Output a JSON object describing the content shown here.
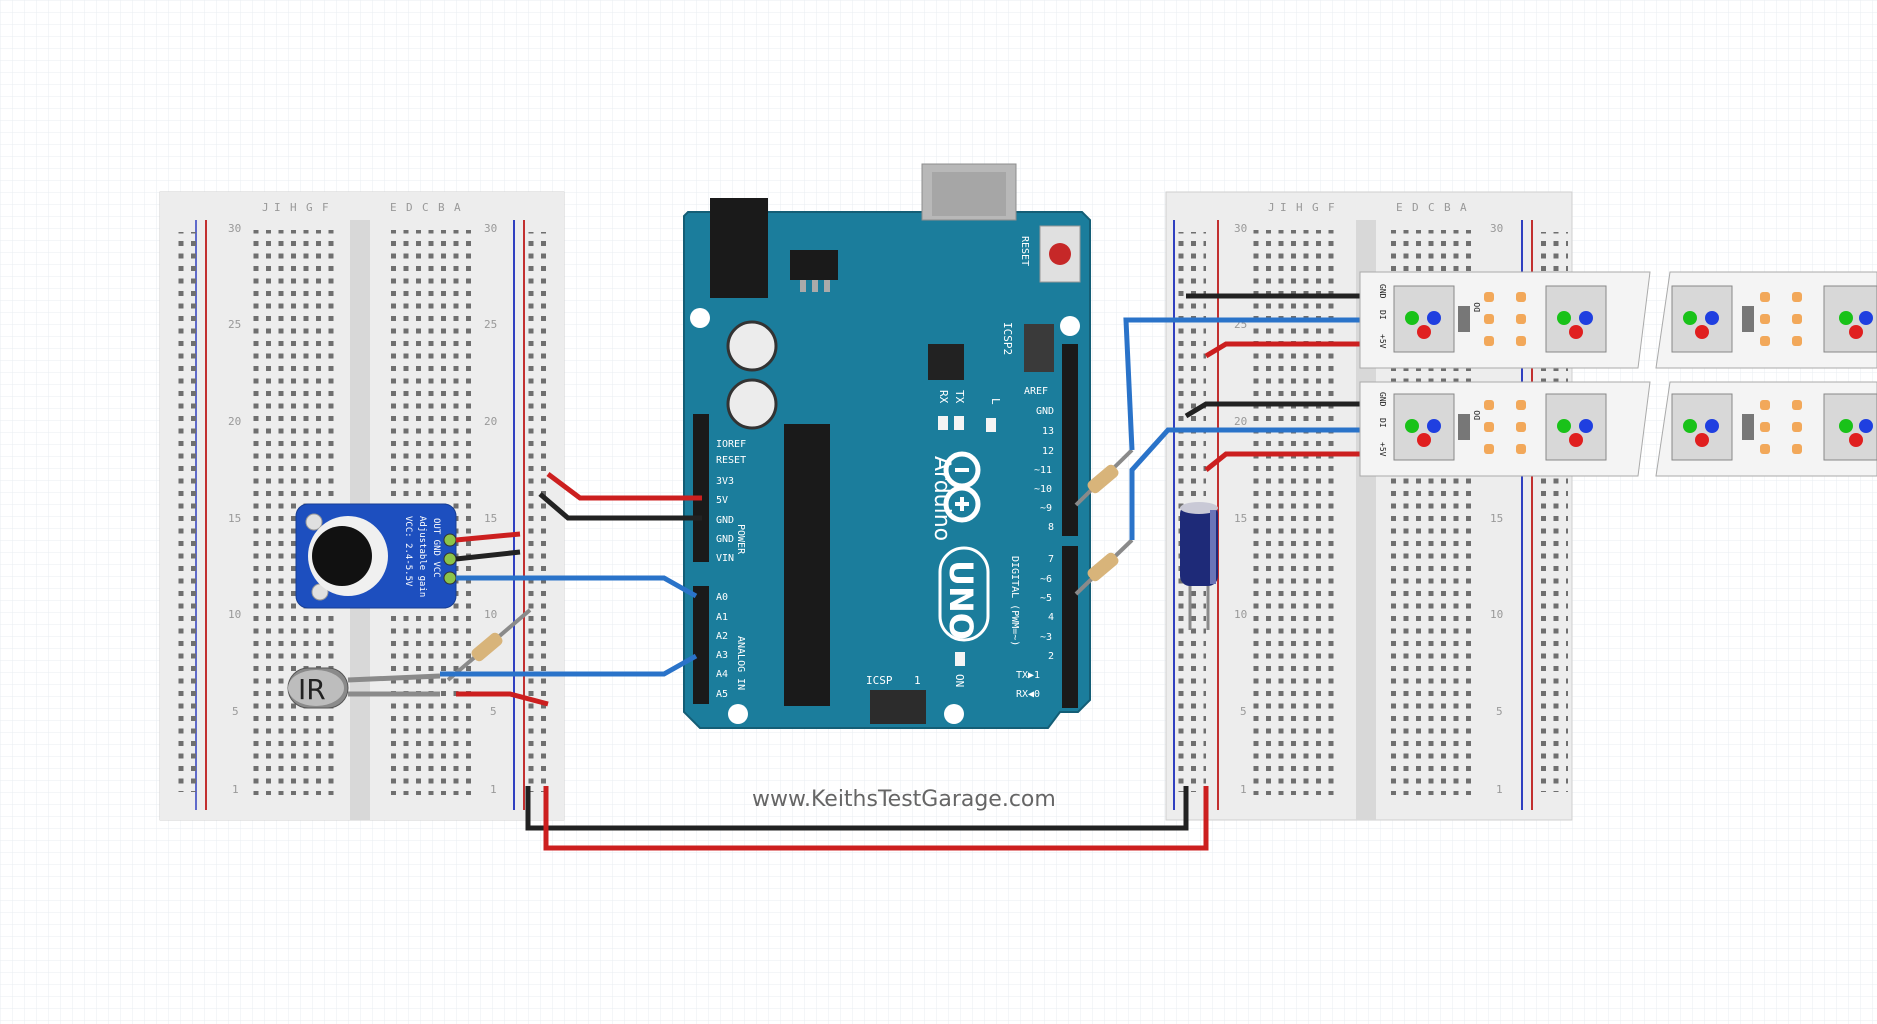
{
  "website": "www.KeithsTestGarage.com",
  "breadboard": {
    "row_letters_left": [
      "J",
      "I",
      "H",
      "G",
      "F"
    ],
    "row_letters_right": [
      "E",
      "D",
      "C",
      "B",
      "A"
    ],
    "row_numbers": [
      "30",
      "25",
      "20",
      "15",
      "10",
      "5",
      "1"
    ]
  },
  "arduino": {
    "brand": "Arduino",
    "model": "UNO",
    "reset_label": "RESET",
    "icsp2_label": "ICSP2",
    "icsp_label": "ICSP",
    "icsp_pin1": "1",
    "tx_label": "TX",
    "rx_label": "RX",
    "l_label": "L",
    "on_label": "ON",
    "power_header": "POWER",
    "analog_header": "ANALOG IN",
    "digital_header": "DIGITAL (PWM=~)",
    "power_pins": [
      "IOREF",
      "RESET",
      "3V3",
      "5V",
      "GND",
      "GND",
      "VIN"
    ],
    "analog_pins": [
      "A0",
      "A1",
      "A2",
      "A3",
      "A4",
      "A5"
    ],
    "digital_pins_high": [
      "AREF",
      "GND",
      "13",
      "12",
      "~11",
      "~10",
      "~9",
      "8"
    ],
    "digital_pins_low": [
      "7",
      "~6",
      "~5",
      "4",
      "~3",
      "2",
      "TX▶1",
      "RX◀0"
    ]
  },
  "mic_module": {
    "pin_labels": "VCC: 2.4-5.5V",
    "gain_label": "Adjustable gain",
    "pins": "OUT GND VCC"
  },
  "ir_sensor": {
    "label": "IR"
  },
  "led_strip": {
    "pad_gnd": "GND",
    "pad_di": "DI",
    "pad_5v": "+5V",
    "pad_do": "DO"
  },
  "colors": {
    "arduino_teal": "#1b7d9c",
    "wire_red": "#cc1f1f",
    "wire_black": "#222222",
    "wire_blue": "#2a73c9",
    "wire_gray": "#8a8a8a",
    "mic_blue": "#1d4fbf",
    "cap_blue": "#1e2a78"
  }
}
